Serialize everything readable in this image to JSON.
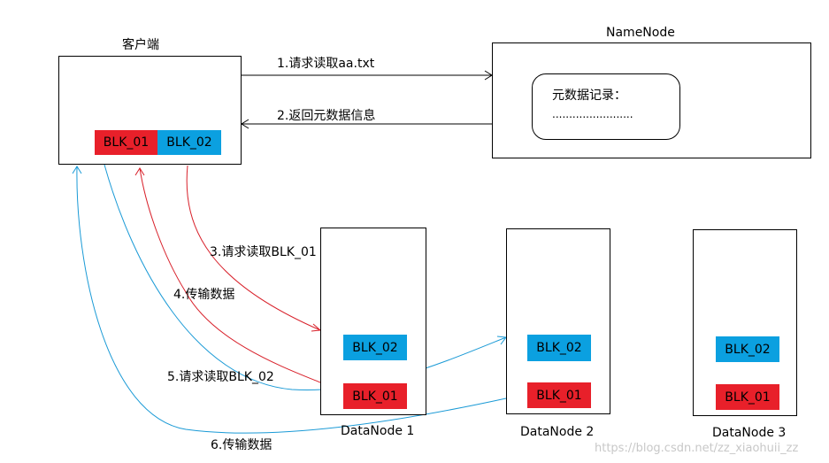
{
  "client": {
    "title": "客户端",
    "blocks": [
      "BLK_01",
      "BLK_02"
    ]
  },
  "namenode": {
    "title": "NameNode",
    "metadata_title": "元数据记录：",
    "metadata_dots": "........................"
  },
  "datanodes": [
    {
      "name": "DataNode 1",
      "blocks": [
        "BLK_02",
        "BLK_01"
      ]
    },
    {
      "name": "DataNode 2",
      "blocks": [
        "BLK_02",
        "BLK_01"
      ]
    },
    {
      "name": "DataNode  3",
      "blocks": [
        "BLK_02",
        "BLK_01"
      ]
    }
  ],
  "steps": [
    "1.请求读取aa.txt",
    "2.返回元数据信息",
    "3.请求读取BLK_01",
    "4.传输数据",
    "5.请求读取BLK_02",
    "6.传输数据"
  ],
  "watermark": "https://blog.csdn.net/zz_xiaohuii_zz",
  "colors": {
    "red_block": "#e8202a",
    "blue_block": "#0ba0e0",
    "red_arrow": "#d8202a",
    "blue_arrow": "#1a9ad6"
  }
}
